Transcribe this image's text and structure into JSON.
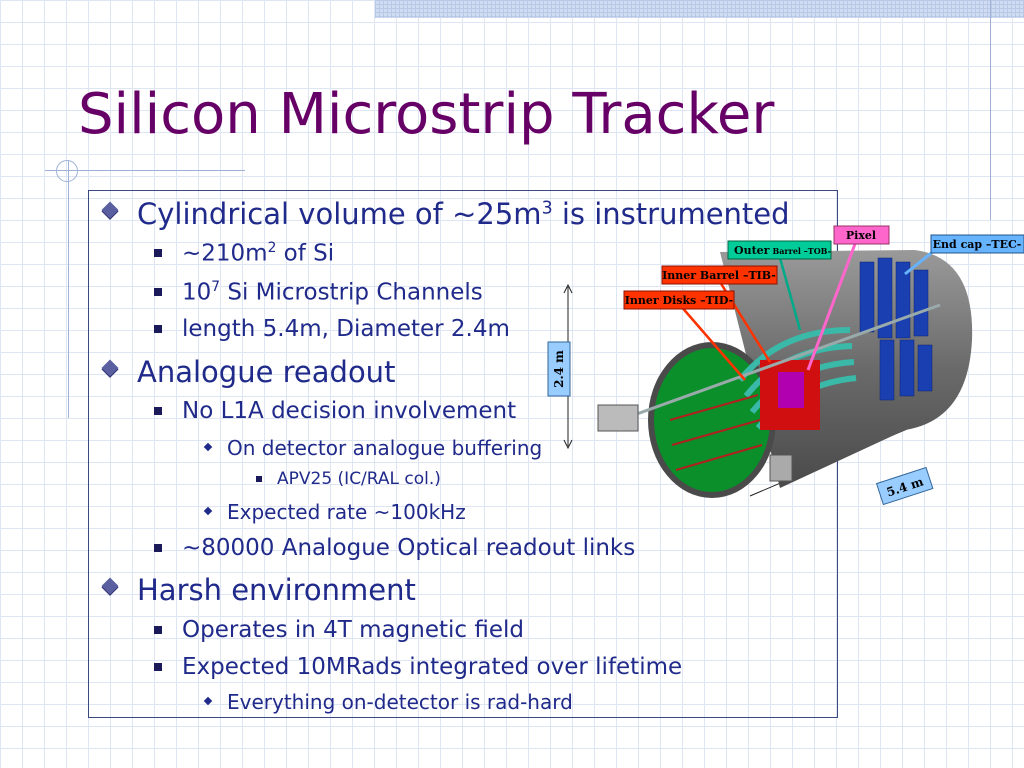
{
  "slide": {
    "title": "Silicon Microstrip Tracker",
    "bullets": {
      "b1": "Cylindrical volume of ~25m",
      "b1_sup": "3",
      "b1_rest": " is instrumented",
      "b1_1": "~210m",
      "b1_1_sup": "2",
      "b1_1_rest": " of Si",
      "b1_2": "10",
      "b1_2_sup": "7",
      "b1_2_rest": " Si Microstrip Channels",
      "b1_3": "length 5.4m, Diameter 2.4m",
      "b2": "Analogue readout",
      "b2_1": "No L1A decision involvement",
      "b2_1_1": "On detector analogue buffering",
      "b2_1_1_1": "APV25 (IC/RAL col.)",
      "b2_1_2": "Expected rate ~100kHz",
      "b2_2": "~80000 Analogue Optical readout links",
      "b3": "Harsh environment",
      "b3_1": "Operates in 4T magnetic field",
      "b3_2": "Expected 10MRads integrated over lifetime",
      "b3_2_1": "Everything on-detector is rad-hard"
    }
  },
  "figure": {
    "labels": {
      "pixel": "Pixel",
      "outer_main": "Outer",
      "outer_rest": "Barrel –TOB-",
      "inner_barrel": "Inner Barrel –TIB-",
      "inner_disks": "Inner Disks –TID-",
      "end_cap": "End cap –TEC-",
      "diameter": "2.4 m",
      "length": "5.4 m"
    },
    "colors": {
      "title": "#660066",
      "text": "#1f2a8a",
      "pixel_box": "#ff66cc",
      "outer_box": "#00cc99",
      "inner_box": "#ff3300",
      "endcap_box": "#66b3ff",
      "dim_box": "#99ccff"
    }
  }
}
